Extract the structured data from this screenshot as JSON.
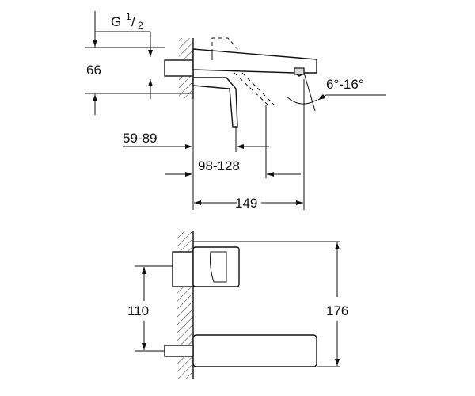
{
  "top_view": {
    "thread_label_main": "G",
    "thread_label_num": "1",
    "thread_label_slash": "/",
    "thread_label_den": "2",
    "height_label": "66",
    "angle_label": "6°-16°",
    "depth_label": "59-89",
    "reach_label": "98-128",
    "length_label": "149"
  },
  "front_view": {
    "lever_height_label": "110",
    "total_height_label": "176"
  }
}
